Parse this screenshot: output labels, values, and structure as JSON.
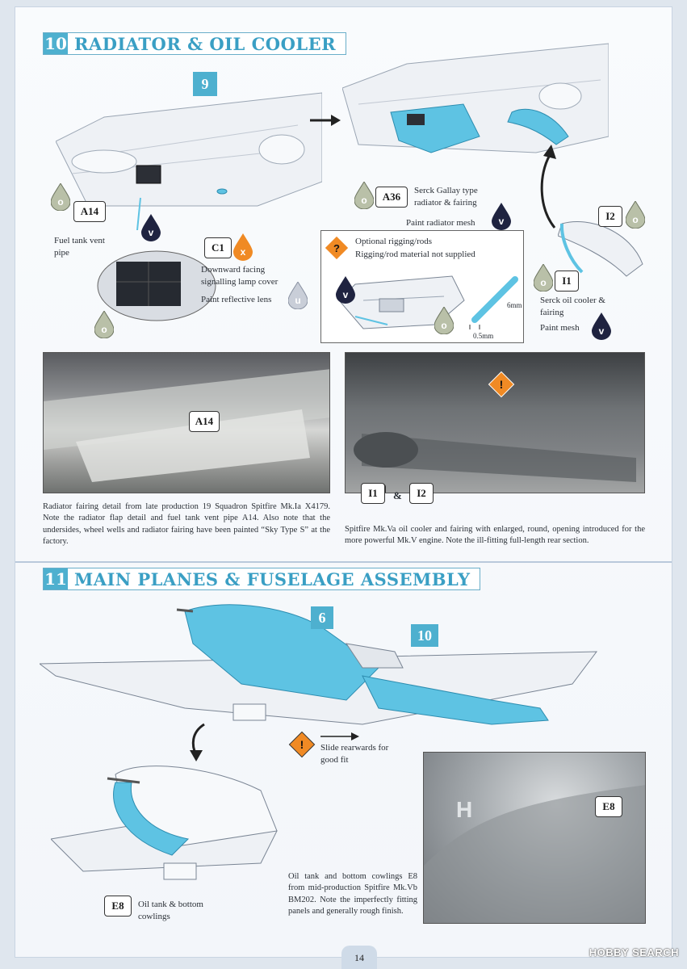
{
  "section10": {
    "number": "10",
    "title": "RADIATOR & OIL COOLER",
    "step_ref": "9",
    "labels": {
      "a14": "A14",
      "c1": "C1",
      "a36": "A36",
      "i2": "I2",
      "i1": "I1"
    },
    "paint_codes": {
      "o": "o",
      "v": "v",
      "x": "x",
      "u": "u"
    },
    "notes": {
      "fuel_tank_vent_pipe": "Fuel tank vent pipe",
      "downward_lamp": "Downward facing signalling lamp cover",
      "paint_reflective_lens": "Paint reflective lens",
      "serck_gallay": "Serck Gallay type radiator & fairing",
      "paint_radiator_mesh": "Paint radiator mesh",
      "optional_rigging": "Optional rigging/rods",
      "rigging_not_supplied": "Rigging/rod material not supplied",
      "dim_6mm": "6mm",
      "dim_05mm": "0.5mm",
      "serck_oil_cooler": "Serck oil cooler & fairing",
      "paint_mesh": "Paint mesh"
    },
    "photo_labels": {
      "a14": "A14",
      "i1": "I1",
      "amp": "&",
      "i2": "I2"
    },
    "captions": {
      "left": "Radiator fairing detail from late production 19 Squadron Spitfire Mk.Ia X4179. Note the radiator flap detail and fuel tank vent pipe A14. Also note that the undersides, wheel wells and radiator fairing have been painted “Sky Type S” at the factory.",
      "right": "Spitfire Mk.Va oil cooler and fairing with enlarged, round, opening introduced for the more powerful Mk.V engine. Note the ill-fitting full-length rear section."
    }
  },
  "section11": {
    "number": "11",
    "title": "MAIN PLANES & FUSELAGE ASSEMBLY",
    "step_refs": {
      "fuselage": "6",
      "wing": "10"
    },
    "notes": {
      "slide_rearwards": "Slide rearwards for good fit",
      "oil_tank": "Oil tank & bottom cowlings"
    },
    "labels": {
      "e8": "E8",
      "photo_e8": "E8"
    },
    "caption": "Oil tank and bottom cowlings E8 from mid-production Spitfire Mk.Vb BM202. Note the imperfectly fitting panels and generally rough finish."
  },
  "footer": {
    "page_number": "14",
    "watermark": "HOBBY SEARCH"
  },
  "colors": {
    "accent": "#4eb0cf",
    "part_highlight": "#5ec3e3",
    "warning": "#f08a24",
    "navy_drop": "#1f2340",
    "grey_drop": "#b9c0a8"
  }
}
